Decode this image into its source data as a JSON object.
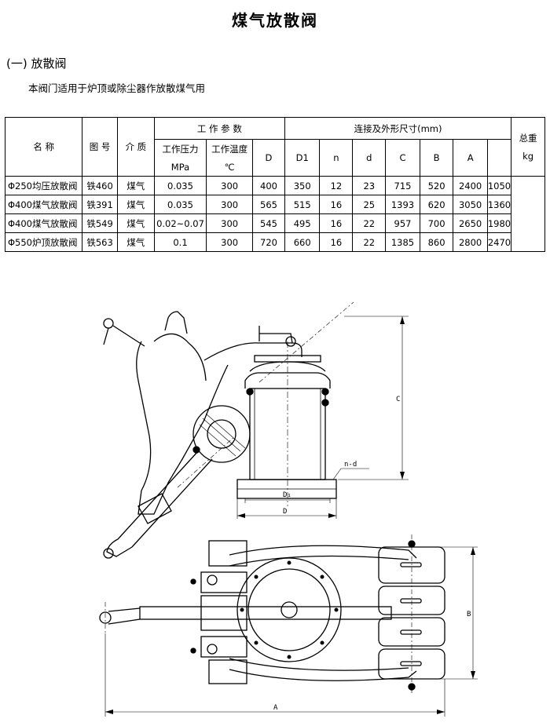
{
  "title": "煤气放散阀",
  "section_heading": "(一) 放散阀",
  "description": "本阀门适用于炉顶或除尘器作放散煤气用",
  "table": {
    "headers": {
      "name": "名 称",
      "drawing_no": "图 号",
      "medium": "介 质",
      "work_params": "工 作 参 数",
      "pressure_line1": "工作压力",
      "pressure_line2": "MPa",
      "temp_line1": "工作温度",
      "temp_line2": "℃",
      "D": "D",
      "dims": "连接及外形尺寸(mm)",
      "D1": "D1",
      "n": "n",
      "d": "d",
      "C": "C",
      "B": "B",
      "A": "A",
      "weight_line1": "总重",
      "weight_line2": "kg"
    },
    "rows": [
      {
        "name": "Φ250均压放散阀",
        "drawing_no": "铁460",
        "medium": "煤气",
        "pressure": "0.035",
        "temp": "300",
        "D": "400",
        "D1": "350",
        "n": "12",
        "d": "23",
        "C": "715",
        "B": "520",
        "A": "2400",
        "weight": "1050"
      },
      {
        "name": "Φ400煤气放散阀",
        "drawing_no": "铁391",
        "medium": "煤气",
        "pressure": "0.035",
        "temp": "300",
        "D": "565",
        "D1": "515",
        "n": "16",
        "d": "25",
        "C": "1393",
        "B": "620",
        "A": "3050",
        "weight": "1360"
      },
      {
        "name": "Φ400煤气放散阀",
        "drawing_no": "铁549",
        "medium": "煤气",
        "pressure": "0.02~0.07",
        "temp": "300",
        "D": "545",
        "D1": "495",
        "n": "16",
        "d": "22",
        "C": "957",
        "B": "700",
        "A": "2650",
        "weight": "1980"
      },
      {
        "name": "Φ550炉顶放散阀",
        "drawing_no": "铁563",
        "medium": "煤气",
        "pressure": "0.1",
        "temp": "300",
        "D": "720",
        "D1": "660",
        "n": "16",
        "d": "22",
        "C": "1385",
        "B": "860",
        "A": "2800",
        "weight": "2470"
      }
    ]
  },
  "drawing_labels": {
    "nd": "n-d",
    "D1": "D₁",
    "D": "D",
    "C": "C",
    "B": "B",
    "A": "A"
  }
}
